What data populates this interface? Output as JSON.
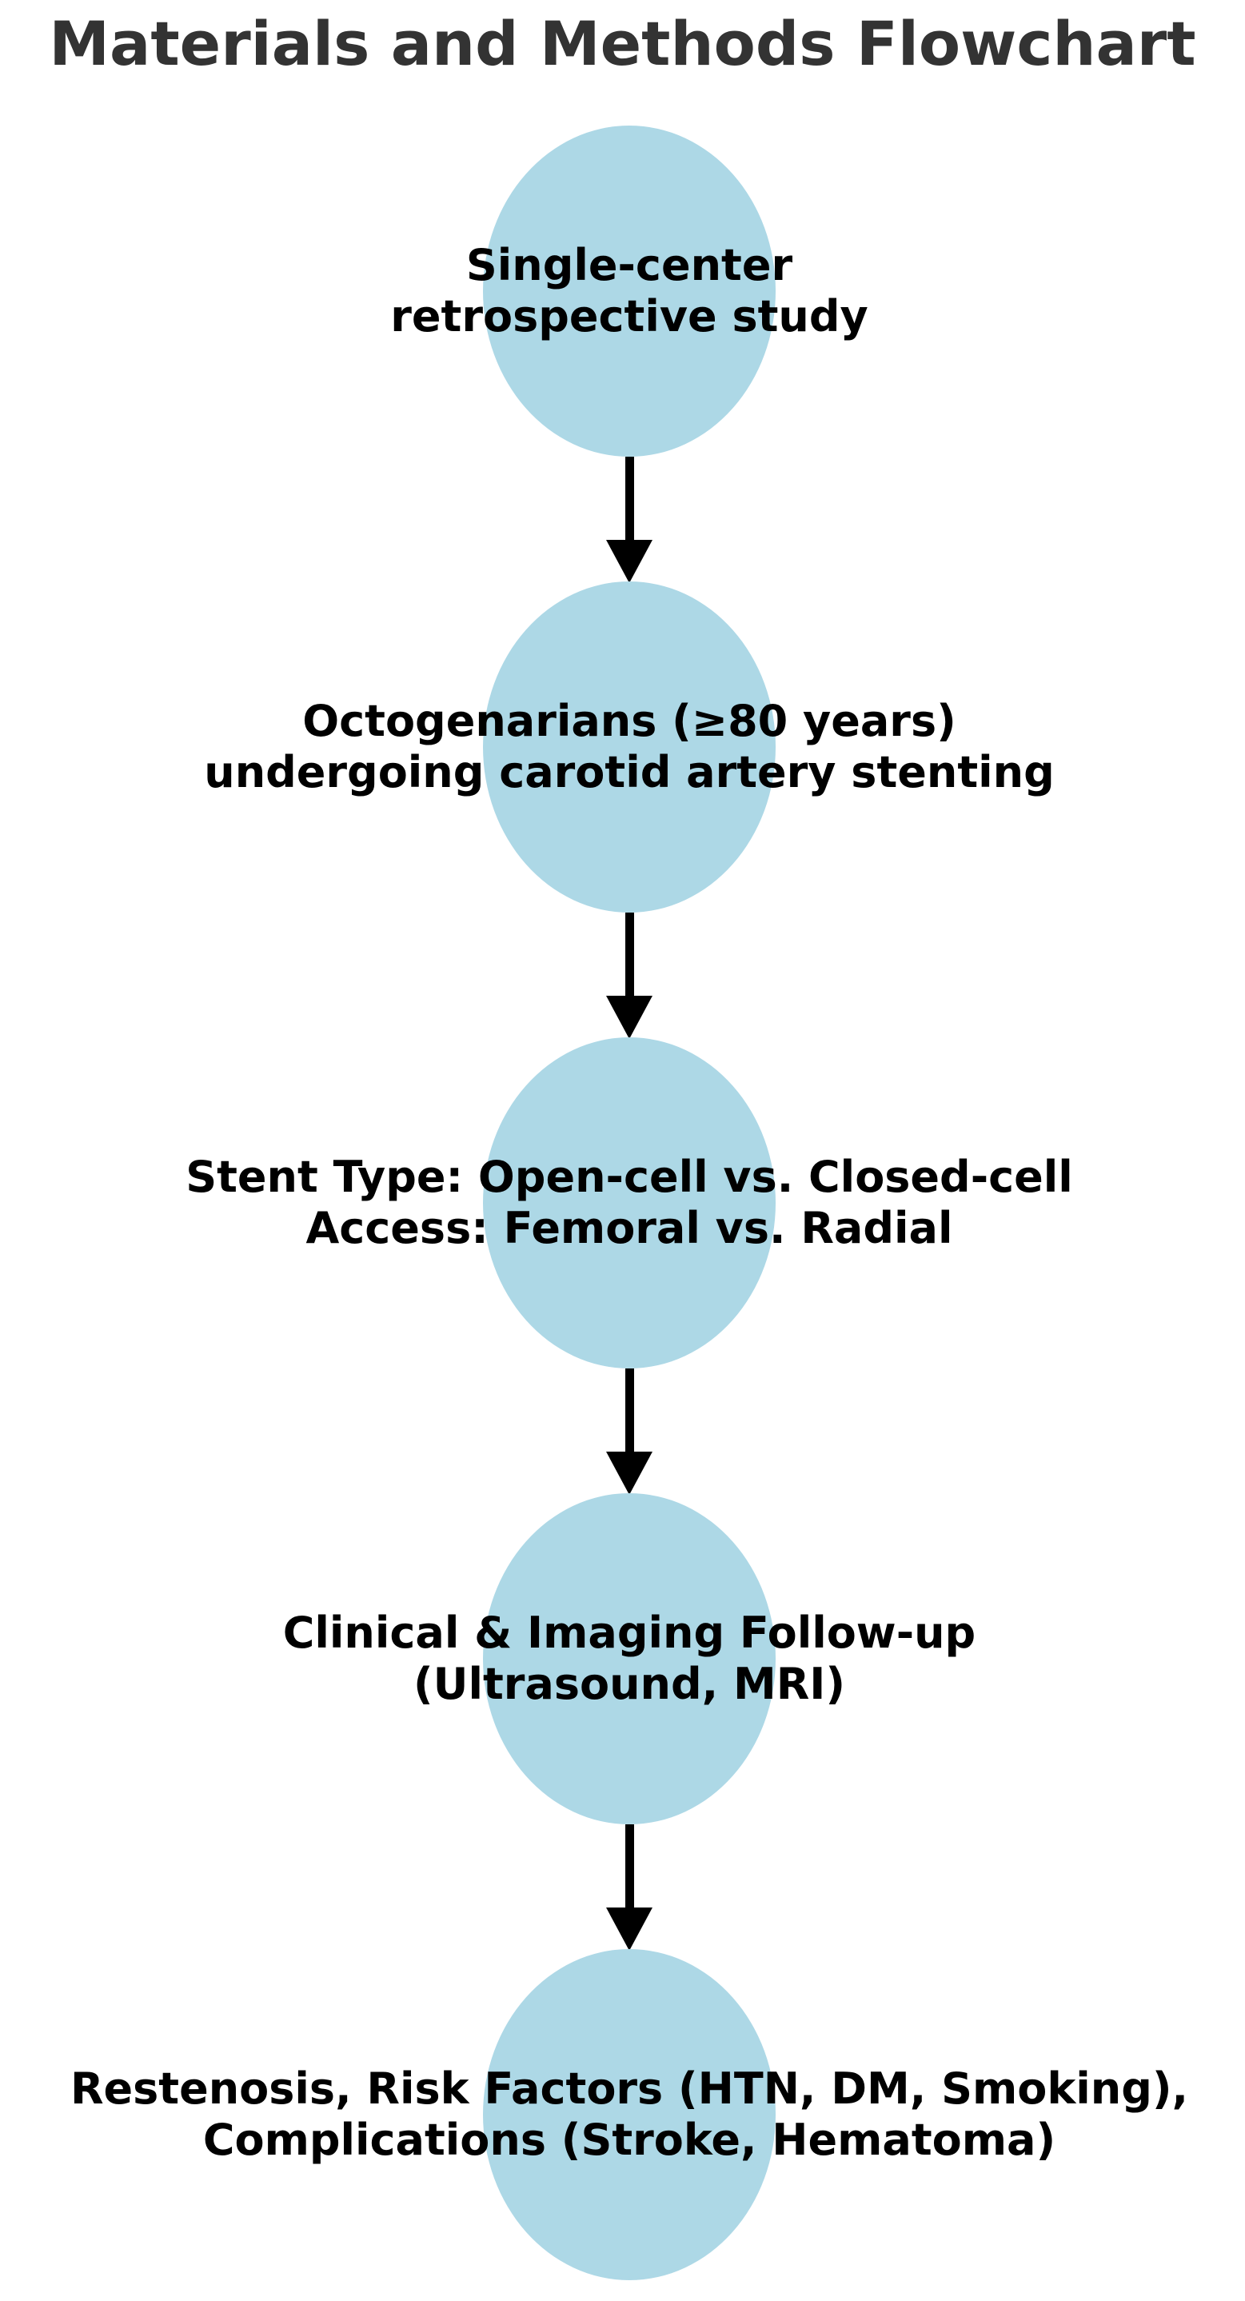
{
  "diagram_type": "flowchart",
  "title": "Materials and Methods Flowchart",
  "nodes": [
    {
      "id": "study-design",
      "shape": "ellipse",
      "lines": [
        "Single-center",
        "retrospective study"
      ]
    },
    {
      "id": "population",
      "shape": "ellipse",
      "lines": [
        "Octogenarians (≥80 years)",
        "undergoing carotid artery stenting"
      ]
    },
    {
      "id": "intervention",
      "shape": "ellipse",
      "lines": [
        "Stent Type: Open-cell vs. Closed-cell",
        "Access: Femoral vs. Radial"
      ]
    },
    {
      "id": "follow-up",
      "shape": "ellipse",
      "lines": [
        "Clinical & Imaging Follow-up",
        "(Ultrasound, MRI)"
      ]
    },
    {
      "id": "outcomes",
      "shape": "ellipse",
      "lines": [
        "Restenosis, Risk Factors (HTN, DM, Smoking),",
        "Complications (Stroke, Hematoma)"
      ]
    }
  ],
  "connectors": [
    {
      "from": "study-design",
      "to": "population",
      "type": "arrow-down"
    },
    {
      "from": "population",
      "to": "intervention",
      "type": "arrow-down"
    },
    {
      "from": "intervention",
      "to": "follow-up",
      "type": "arrow-down"
    },
    {
      "from": "follow-up",
      "to": "outcomes",
      "type": "arrow-down"
    }
  ],
  "colors": {
    "background": "#ffffff",
    "node_fill": "#add8e6",
    "node_text": "#000000",
    "title_text": "#333333",
    "arrow": "#000000"
  }
}
